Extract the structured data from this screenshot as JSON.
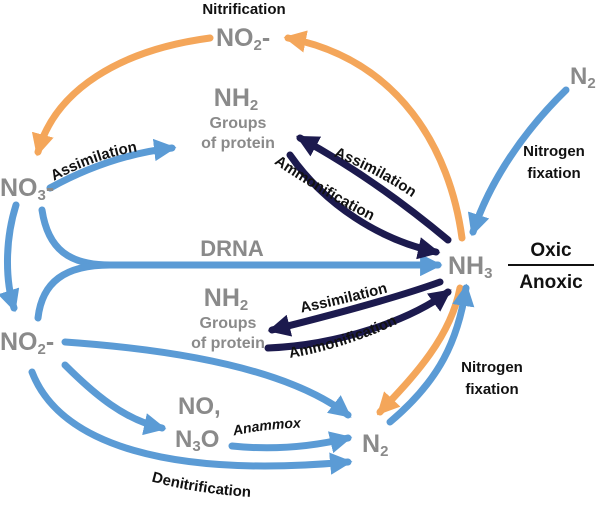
{
  "colors": {
    "blue": "#5b9bd5",
    "orange": "#f4a65a",
    "navy": "#1c1a4e",
    "gray_text": "#8a8a8a",
    "black_text": "#111111"
  },
  "nodes": {
    "no2_top": {
      "main": "NO",
      "sub": "2",
      "tail": "-"
    },
    "nh2_top": {
      "main": "NH",
      "sub": "2",
      "line1": "Groups",
      "line2": "of protein"
    },
    "no3": {
      "main": "NO",
      "sub": "3",
      "tail": "-"
    },
    "n2_top_right": {
      "main": "N",
      "sub": "2"
    },
    "nh3": {
      "main": "NH",
      "sub": "3"
    },
    "oxic": "Oxic",
    "anoxic": "Anoxic",
    "nh2_bottom": {
      "main": "NH",
      "sub": "2",
      "line1": "Groups",
      "line2": "of protein"
    },
    "no2_left": {
      "main": "NO",
      "sub": "2",
      "tail": "-"
    },
    "no_n3o": {
      "line1": "NO,",
      "main": "N",
      "sub": "3",
      "tail": "O"
    },
    "n2_bottom": {
      "main": "N",
      "sub": "2"
    }
  },
  "labels": {
    "nitrification": "Nitrification",
    "assimilation_left": "Assimilation",
    "assimilation_upper": "Assimilation",
    "ammonification_upper": "Ammonification",
    "drna": "DRNA",
    "nitrogen_fixation_upper_1": "Nitrogen",
    "nitrogen_fixation_upper_2": "fixation",
    "assimilation_lower": "Assimilation",
    "ammonification_lower": "Ammonification",
    "nitrogen_fixation_lower_1": "Nitrogen",
    "nitrogen_fixation_lower_2": "fixation",
    "anammox": "Anammox",
    "denitrification": "Denitrification"
  }
}
